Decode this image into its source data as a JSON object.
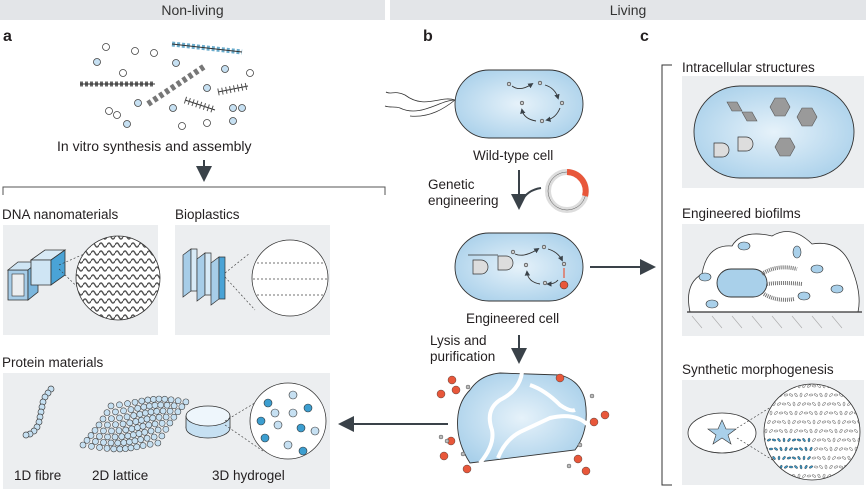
{
  "headers": {
    "nonliving": "Non-living",
    "living": "Living"
  },
  "panels": {
    "a": {
      "letter": "a",
      "synthesis_label": "In vitro synthesis and assembly",
      "categories": [
        {
          "title": "DNA nanomaterials"
        },
        {
          "title": "Bioplastics"
        }
      ],
      "protein": {
        "title": "Protein materials",
        "items": [
          "1D fibre",
          "2D lattice",
          "3D hydrogel"
        ]
      }
    },
    "b": {
      "letter": "b",
      "wildtype_label": "Wild-type cell",
      "genetic_label_1": "Genetic",
      "genetic_label_2": "engineering",
      "engineered_label": "Engineered cell",
      "lysis_label_1": "Lysis and",
      "lysis_label_2": "purification"
    },
    "c": {
      "letter": "c",
      "sections": [
        {
          "title": "Intracellular structures"
        },
        {
          "title": "Engineered biofilms"
        },
        {
          "title": "Synthetic morphogenesis"
        }
      ]
    }
  },
  "colors": {
    "header_bg": "#e3e5e8",
    "panel_bg": "#eceef0",
    "cell_blue": "#bcdcf0",
    "accent_blue": "#3c9ed0",
    "accent_red": "#e8573a",
    "arrow": "#3a4249"
  }
}
